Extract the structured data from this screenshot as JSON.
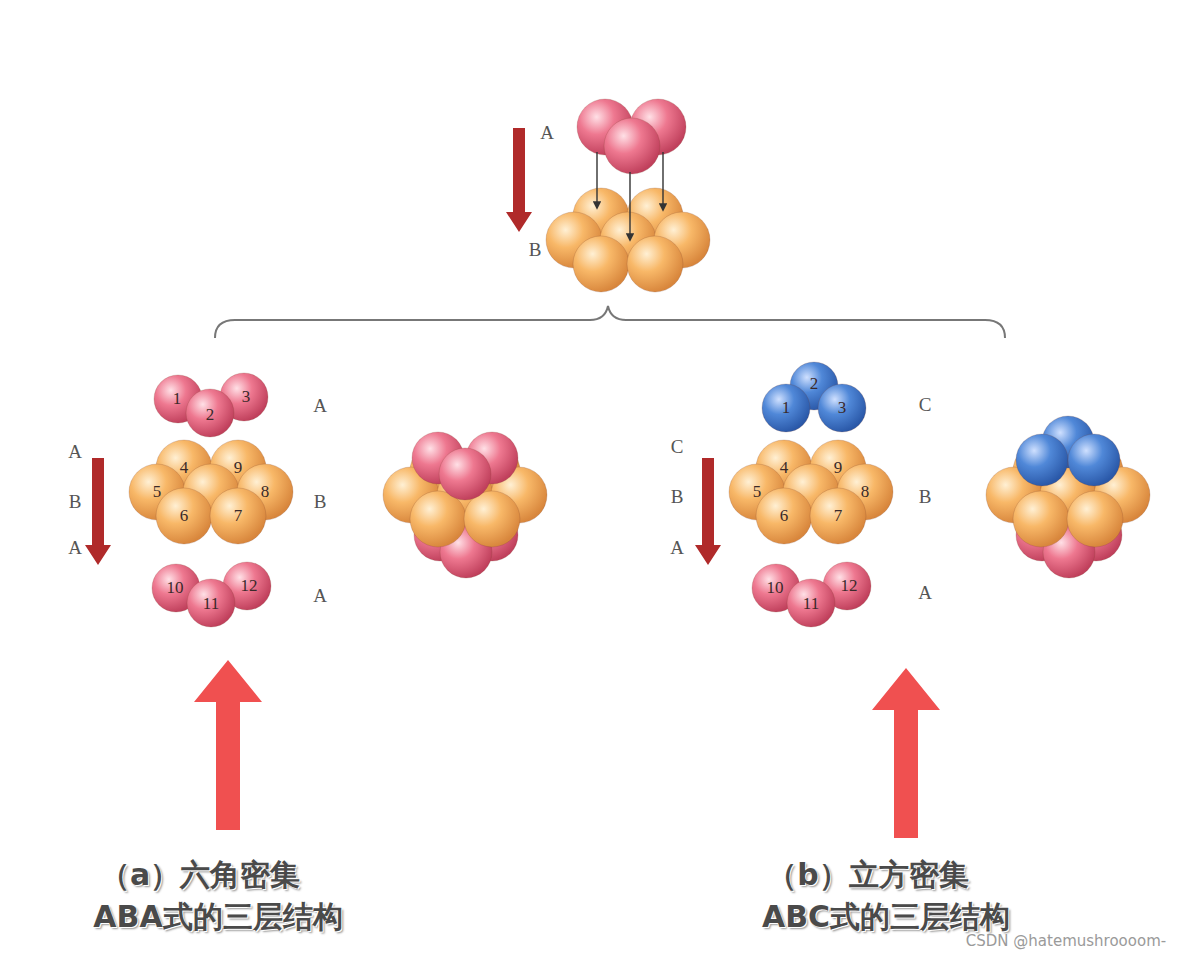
{
  "diagram": {
    "labels": [
      "A",
      "B",
      "1",
      "2",
      "3",
      "A",
      "A",
      "B",
      "A",
      "4",
      "9",
      "5",
      "8",
      "6",
      "7",
      "B",
      "10",
      "11",
      "12",
      "A",
      "2",
      "1",
      "3",
      "C",
      "C",
      "B",
      "A",
      "4",
      "9",
      "5",
      "8",
      "6",
      "7",
      "B",
      "10",
      "11",
      "12",
      "A",
      "（a）六角密集",
      "ABA式的三层结构",
      "（b）立方密集",
      "ABC式的三层结构",
      "CSDN @hatemushroooom-"
    ]
  }
}
